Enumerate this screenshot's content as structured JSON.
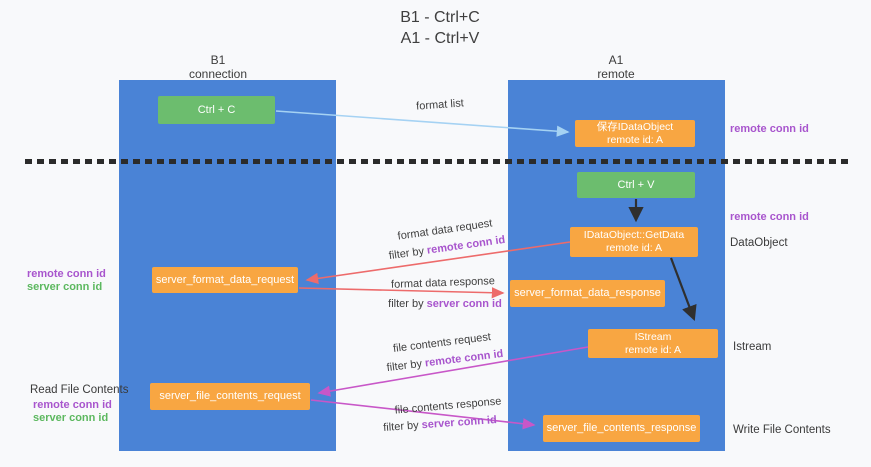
{
  "title": {
    "line1": "B1 - Ctrl+C",
    "line2": "A1 - Ctrl+V"
  },
  "lifelines": {
    "b1": {
      "name": "B1",
      "subtitle": "connection"
    },
    "a1": {
      "name": "A1",
      "subtitle": "remote"
    }
  },
  "nodes": {
    "ctrl_c": {
      "label": "Ctrl + C"
    },
    "ctrl_v": {
      "label": "Ctrl + V"
    },
    "save_idataobject": {
      "line1": "保存IDataObject",
      "line2": "remote id: A"
    },
    "getdata": {
      "line1": "IDataObject::GetData",
      "line2": "remote id: A"
    },
    "istream": {
      "line1": "IStream",
      "line2": "remote id: A"
    },
    "format_request": {
      "label": "server_format_data_request"
    },
    "format_response": {
      "label": "server_format_data_response"
    },
    "file_request": {
      "label": "server_file_contents_request"
    },
    "file_response": {
      "label": "server_file_contents_response"
    }
  },
  "edges": {
    "format_list": "format list",
    "format_data_request": "format data request",
    "format_data_response": "format data response",
    "file_contents_request": "file contents request",
    "file_contents_response": "file contents response",
    "filter_by": "filter by",
    "remote_conn_id": "remote conn id",
    "server_conn_id": "server conn id"
  },
  "annotations": {
    "remote_conn_id": "remote conn id",
    "server_conn_id": "server conn id",
    "dataobject": "DataObject",
    "istream": "Istream",
    "read_file_contents": "Read File Contents",
    "write_file_contents": "Write File Contents"
  },
  "colors": {
    "lifeline_blue": "#4a83d6",
    "node_green": "#6cbd6e",
    "node_orange": "#f8a642",
    "remote_conn_purple": "#a855cd",
    "server_conn_green": "#5cb85f",
    "arrow_red": "#ed6b6b",
    "arrow_magenta": "#c857c8",
    "arrow_lightblue": "#a5d2f3",
    "arrow_black": "#2f2f2f",
    "divider_black": "#2b2b2b"
  }
}
